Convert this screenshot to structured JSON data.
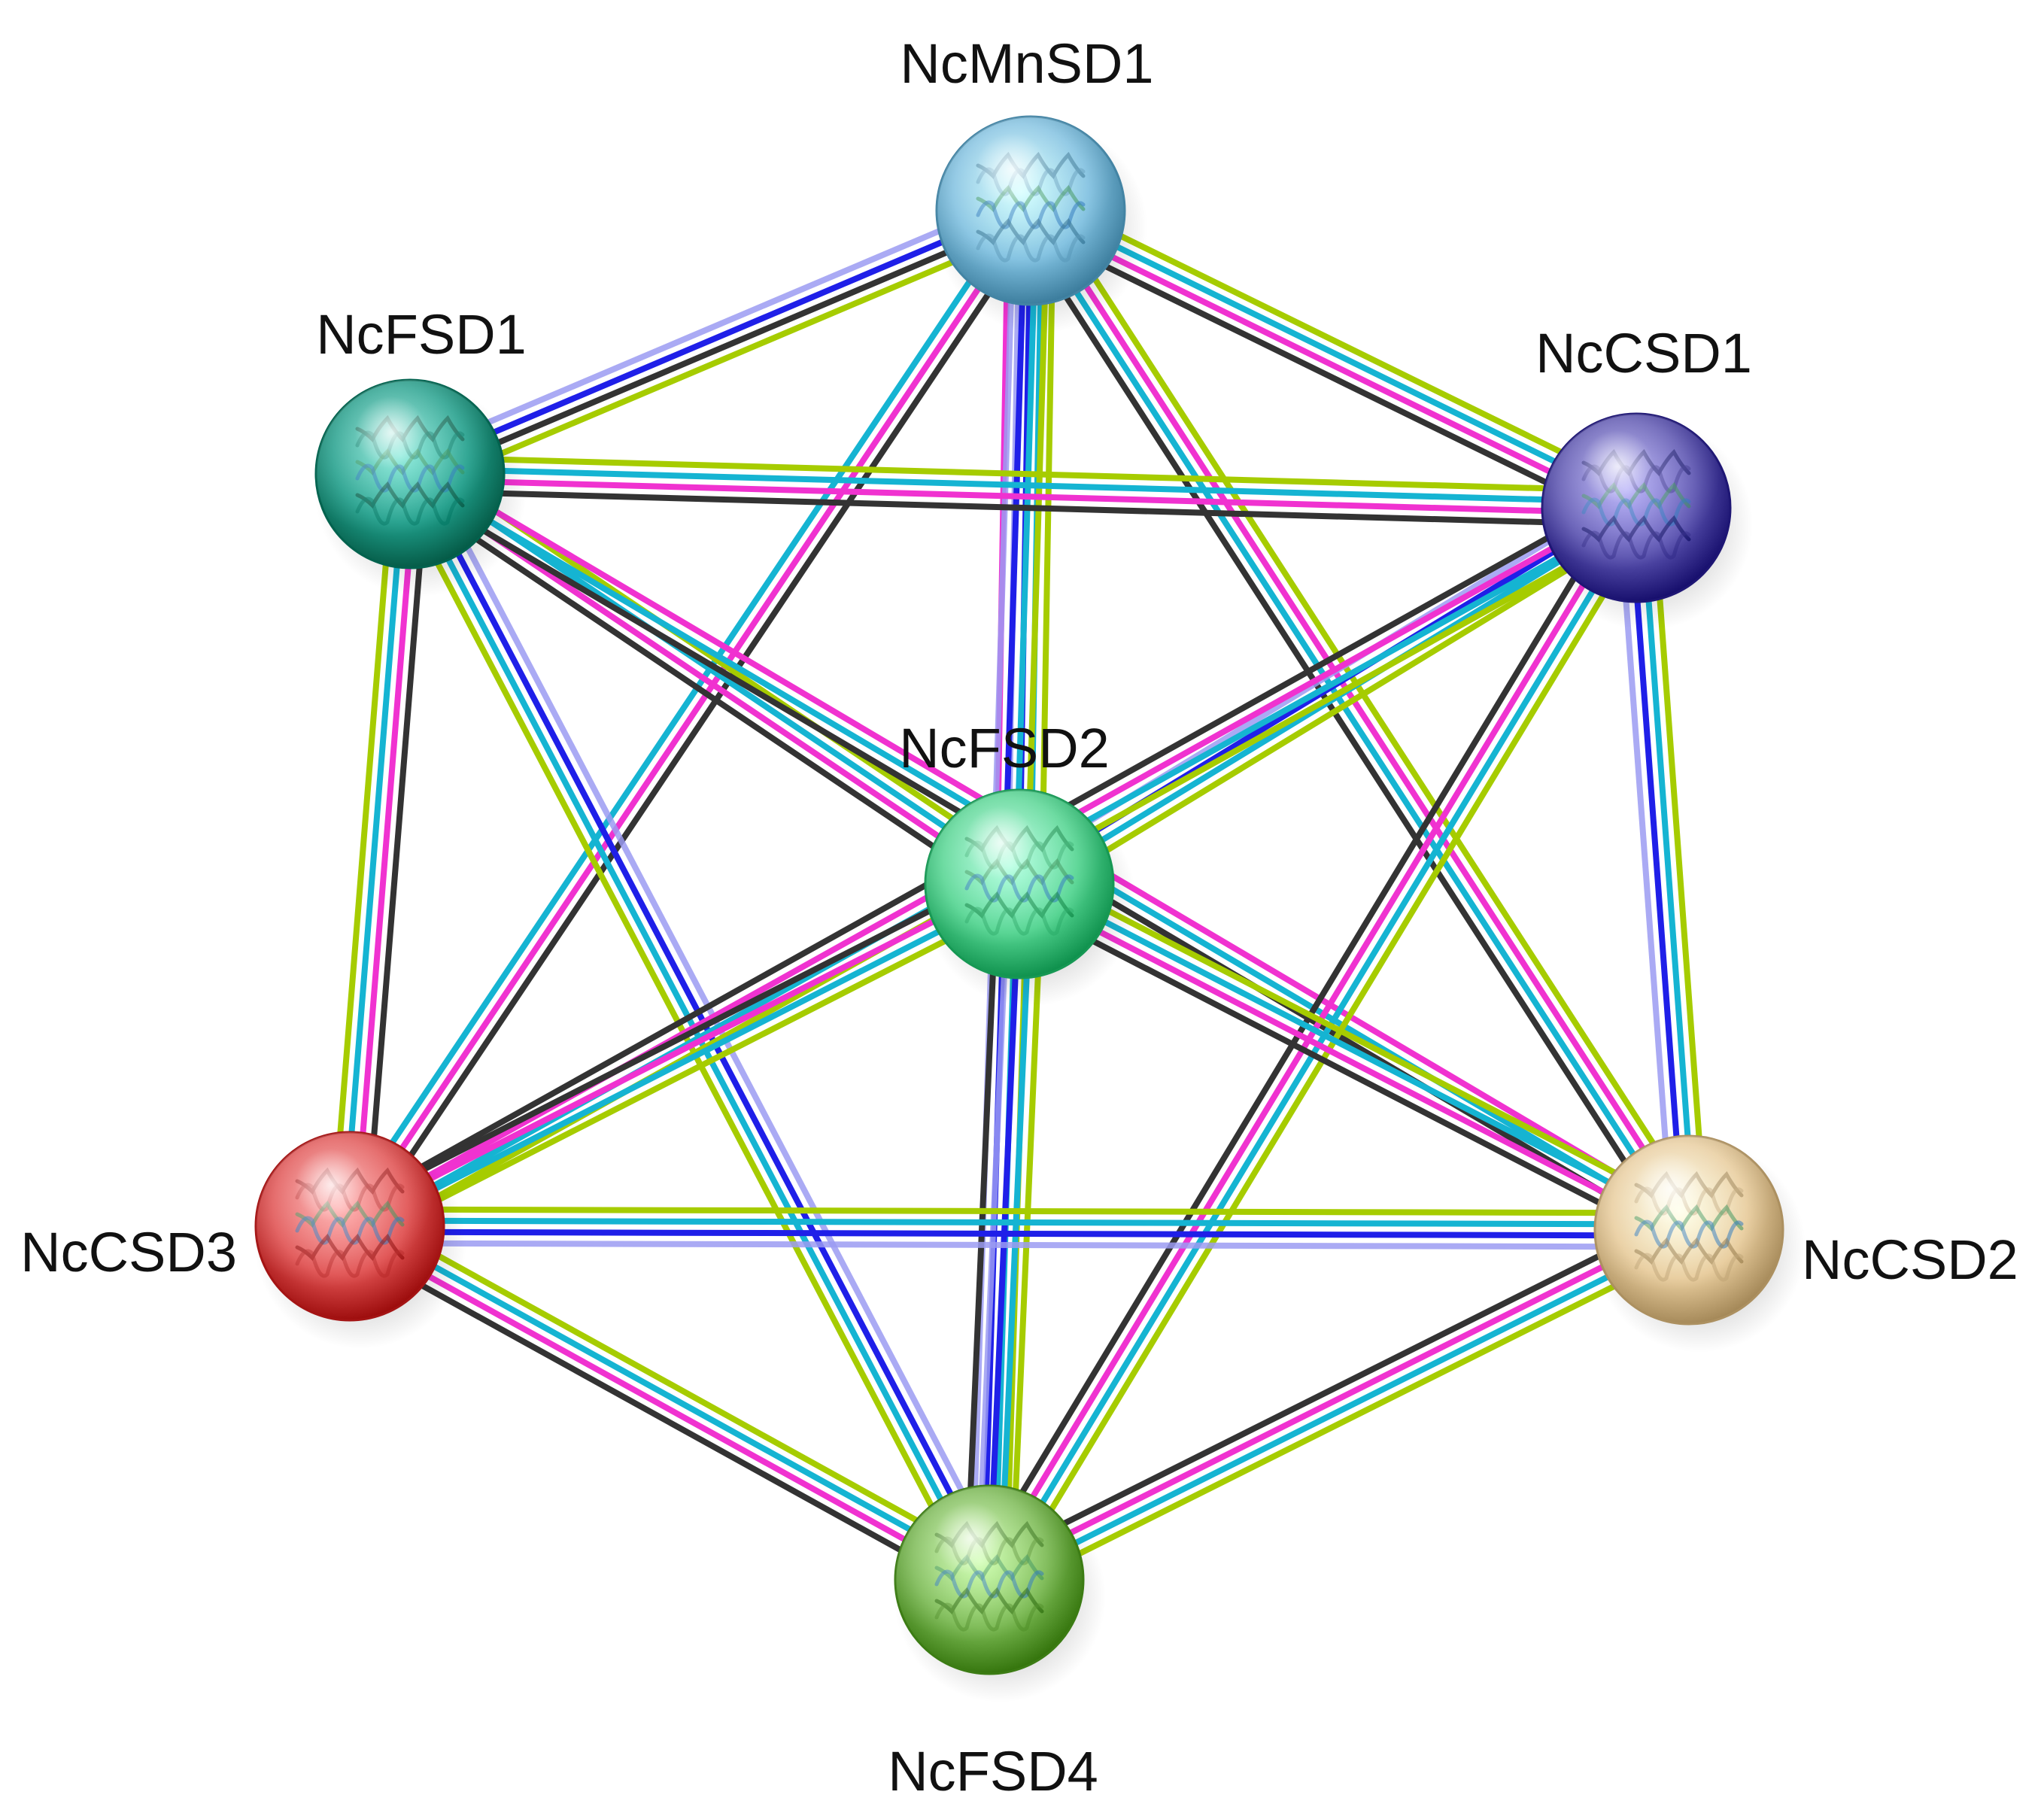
{
  "diagram": {
    "type": "protein-interaction-network",
    "nodes": [
      {
        "id": "NcMnSD1",
        "label": "NcMnSD1",
        "color": "#7fc0e0"
      },
      {
        "id": "NcFSD1",
        "label": "NcFSD1",
        "color": "#1f9e8a"
      },
      {
        "id": "NcCSD1",
        "label": "NcCSD1",
        "color": "#5a52b0"
      },
      {
        "id": "NcFSD2",
        "label": "NcFSD2",
        "color": "#52d490"
      },
      {
        "id": "NcCSD3",
        "label": "NcCSD3",
        "color": "#e05050"
      },
      {
        "id": "NcCSD2",
        "label": "NcCSD2",
        "color": "#e8cc9c"
      },
      {
        "id": "NcFSD4",
        "label": "NcFSD4",
        "color": "#78b850"
      }
    ],
    "evidence_colors": {
      "neighborhood": "#a6cc00",
      "fusion": "#1f1fe8",
      "cooccurrence": "#9b9bf2",
      "coexpression": "#333333",
      "experiments": "#f032d0",
      "databases": "#15b4d2",
      "textmining": "#a6cc00"
    },
    "edges": [
      {
        "source": "NcMnSD1",
        "target": "NcFSD1",
        "evidence": [
          "textmining",
          "coexpression",
          "fusion",
          "cooccurrence"
        ]
      },
      {
        "source": "NcMnSD1",
        "target": "NcCSD1",
        "evidence": [
          "textmining",
          "databases",
          "experiments",
          "coexpression"
        ]
      },
      {
        "source": "NcMnSD1",
        "target": "NcFSD2",
        "evidence": [
          "textmining",
          "databases",
          "fusion",
          "cooccurrence",
          "experiments"
        ]
      },
      {
        "source": "NcMnSD1",
        "target": "NcCSD3",
        "evidence": [
          "coexpression",
          "experiments",
          "databases"
        ]
      },
      {
        "source": "NcMnSD1",
        "target": "NcCSD2",
        "evidence": [
          "textmining",
          "experiments",
          "databases",
          "coexpression"
        ]
      },
      {
        "source": "NcMnSD1",
        "target": "NcFSD4",
        "evidence": [
          "textmining",
          "databases",
          "fusion",
          "cooccurrence"
        ]
      },
      {
        "source": "NcFSD1",
        "target": "NcCSD1",
        "evidence": [
          "textmining",
          "databases",
          "experiments",
          "coexpression"
        ]
      },
      {
        "source": "NcFSD1",
        "target": "NcFSD2",
        "evidence": [
          "textmining",
          "databases",
          "experiments",
          "coexpression"
        ]
      },
      {
        "source": "NcFSD1",
        "target": "NcCSD3",
        "evidence": [
          "coexpression",
          "experiments",
          "databases",
          "textmining"
        ]
      },
      {
        "source": "NcFSD1",
        "target": "NcCSD2",
        "evidence": [
          "experiments",
          "databases",
          "coexpression"
        ]
      },
      {
        "source": "NcFSD1",
        "target": "NcFSD4",
        "evidence": [
          "cooccurrence",
          "fusion",
          "databases",
          "textmining"
        ]
      },
      {
        "source": "NcCSD1",
        "target": "NcFSD2",
        "evidence": [
          "textmining",
          "databases",
          "fusion",
          "cooccurrence"
        ]
      },
      {
        "source": "NcCSD1",
        "target": "NcCSD3",
        "evidence": [
          "textmining",
          "databases",
          "experiments",
          "coexpression"
        ]
      },
      {
        "source": "NcCSD1",
        "target": "NcCSD2",
        "evidence": [
          "textmining",
          "databases",
          "fusion",
          "cooccurrence"
        ]
      },
      {
        "source": "NcCSD1",
        "target": "NcFSD4",
        "evidence": [
          "textmining",
          "databases",
          "experiments",
          "coexpression"
        ]
      },
      {
        "source": "NcFSD2",
        "target": "NcCSD3",
        "evidence": [
          "textmining",
          "databases",
          "experiments",
          "coexpression"
        ]
      },
      {
        "source": "NcFSD2",
        "target": "NcCSD2",
        "evidence": [
          "textmining",
          "databases",
          "experiments",
          "coexpression"
        ]
      },
      {
        "source": "NcFSD2",
        "target": "NcFSD4",
        "evidence": [
          "textmining",
          "databases",
          "fusion",
          "cooccurrence",
          "coexpression"
        ]
      },
      {
        "source": "NcCSD3",
        "target": "NcCSD2",
        "evidence": [
          "textmining",
          "databases",
          "fusion",
          "cooccurrence"
        ]
      },
      {
        "source": "NcCSD3",
        "target": "NcFSD4",
        "evidence": [
          "textmining",
          "databases",
          "experiments",
          "coexpression"
        ]
      },
      {
        "source": "NcCSD2",
        "target": "NcFSD4",
        "evidence": [
          "textmining",
          "databases",
          "experiments",
          "coexpression"
        ]
      }
    ]
  }
}
